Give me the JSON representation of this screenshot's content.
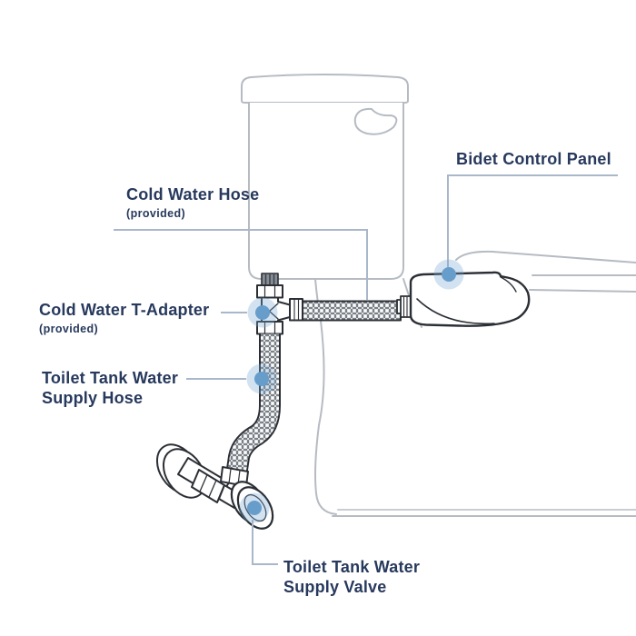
{
  "diagram": {
    "background_color": "#ffffff",
    "marker_dot_color": "#679dcb",
    "marker_halo_color": "#cfe0f0",
    "callout_line_color": "#a9b7ca",
    "label_text_color": "#27395d",
    "toilet_outline_color": "#b6bbc3",
    "part_outline_color": "#2b2f35"
  },
  "labels": {
    "bidet_control_panel": {
      "title": "Bidet Control Panel"
    },
    "cold_water_hose": {
      "title": "Cold Water Hose",
      "note": "(provided)"
    },
    "cold_water_t_adapter": {
      "title": "Cold Water T-Adapter",
      "note": "(provided)"
    },
    "toilet_tank_water_supply_hose": {
      "line1": "Toilet Tank Water",
      "line2": "Supply Hose"
    },
    "toilet_tank_water_supply_valve": {
      "line1": "Toilet Tank Water",
      "line2": "Supply Valve"
    }
  }
}
